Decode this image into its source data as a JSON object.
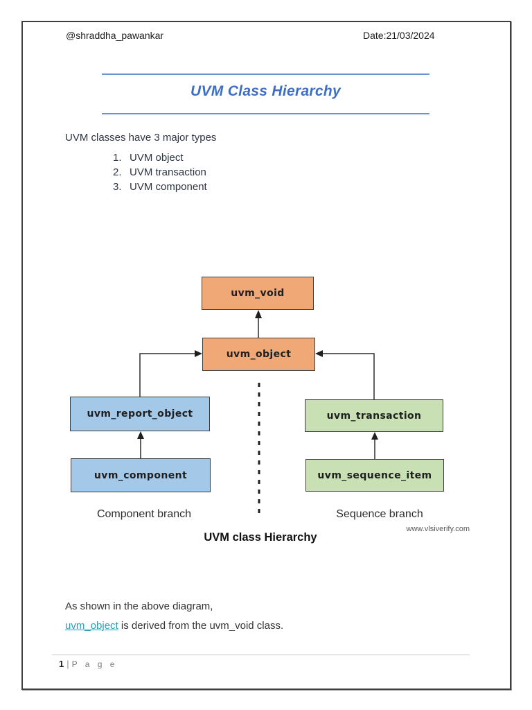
{
  "header": {
    "handle": "@shraddha_pawankar",
    "date": "Date:21/03/2024"
  },
  "title": "UVM Class Hierarchy",
  "intro": {
    "heading": "UVM classes have 3 major types",
    "items": [
      {
        "number": "1.",
        "label": "UVM object"
      },
      {
        "number": "2.",
        "label": "UVM transaction"
      },
      {
        "number": "3.",
        "label": "UVM component"
      }
    ]
  },
  "diagram": {
    "nodes": {
      "uvm_void": {
        "label": "uvm_void",
        "color": "#f0a876"
      },
      "uvm_object": {
        "label": "uvm_object",
        "color": "#f0a876"
      },
      "uvm_report_object": {
        "label": "uvm_report_object",
        "color": "#a4c8e8"
      },
      "uvm_component": {
        "label": "uvm_component",
        "color": "#a4c8e8"
      },
      "uvm_transaction": {
        "label": "uvm_transaction",
        "color": "#c8e0b4"
      },
      "uvm_sequence_item": {
        "label": "uvm_sequence_item",
        "color": "#c8e0b4"
      }
    },
    "branch_labels": {
      "left": "Component branch",
      "right": "Sequence branch"
    },
    "caption": "UVM class Hierarchy",
    "watermark": "www.vlsiverify.com"
  },
  "conclusion": {
    "line1": "As shown in the above diagram,",
    "link_text": "uvm_object",
    "line2_rest": " is derived from the uvm_void class."
  },
  "footer": {
    "page_number": "1",
    "separator": "|",
    "label": "P a g e"
  },
  "colors": {
    "accent_blue": "#3d6ec6",
    "rule_blue": "#6d92d6",
    "link_teal": "#2a9fb4",
    "node_orange": "#f0a876",
    "node_blue": "#a4c8e8",
    "node_green": "#c8e0b4",
    "border_dark": "#3f3f3f"
  }
}
